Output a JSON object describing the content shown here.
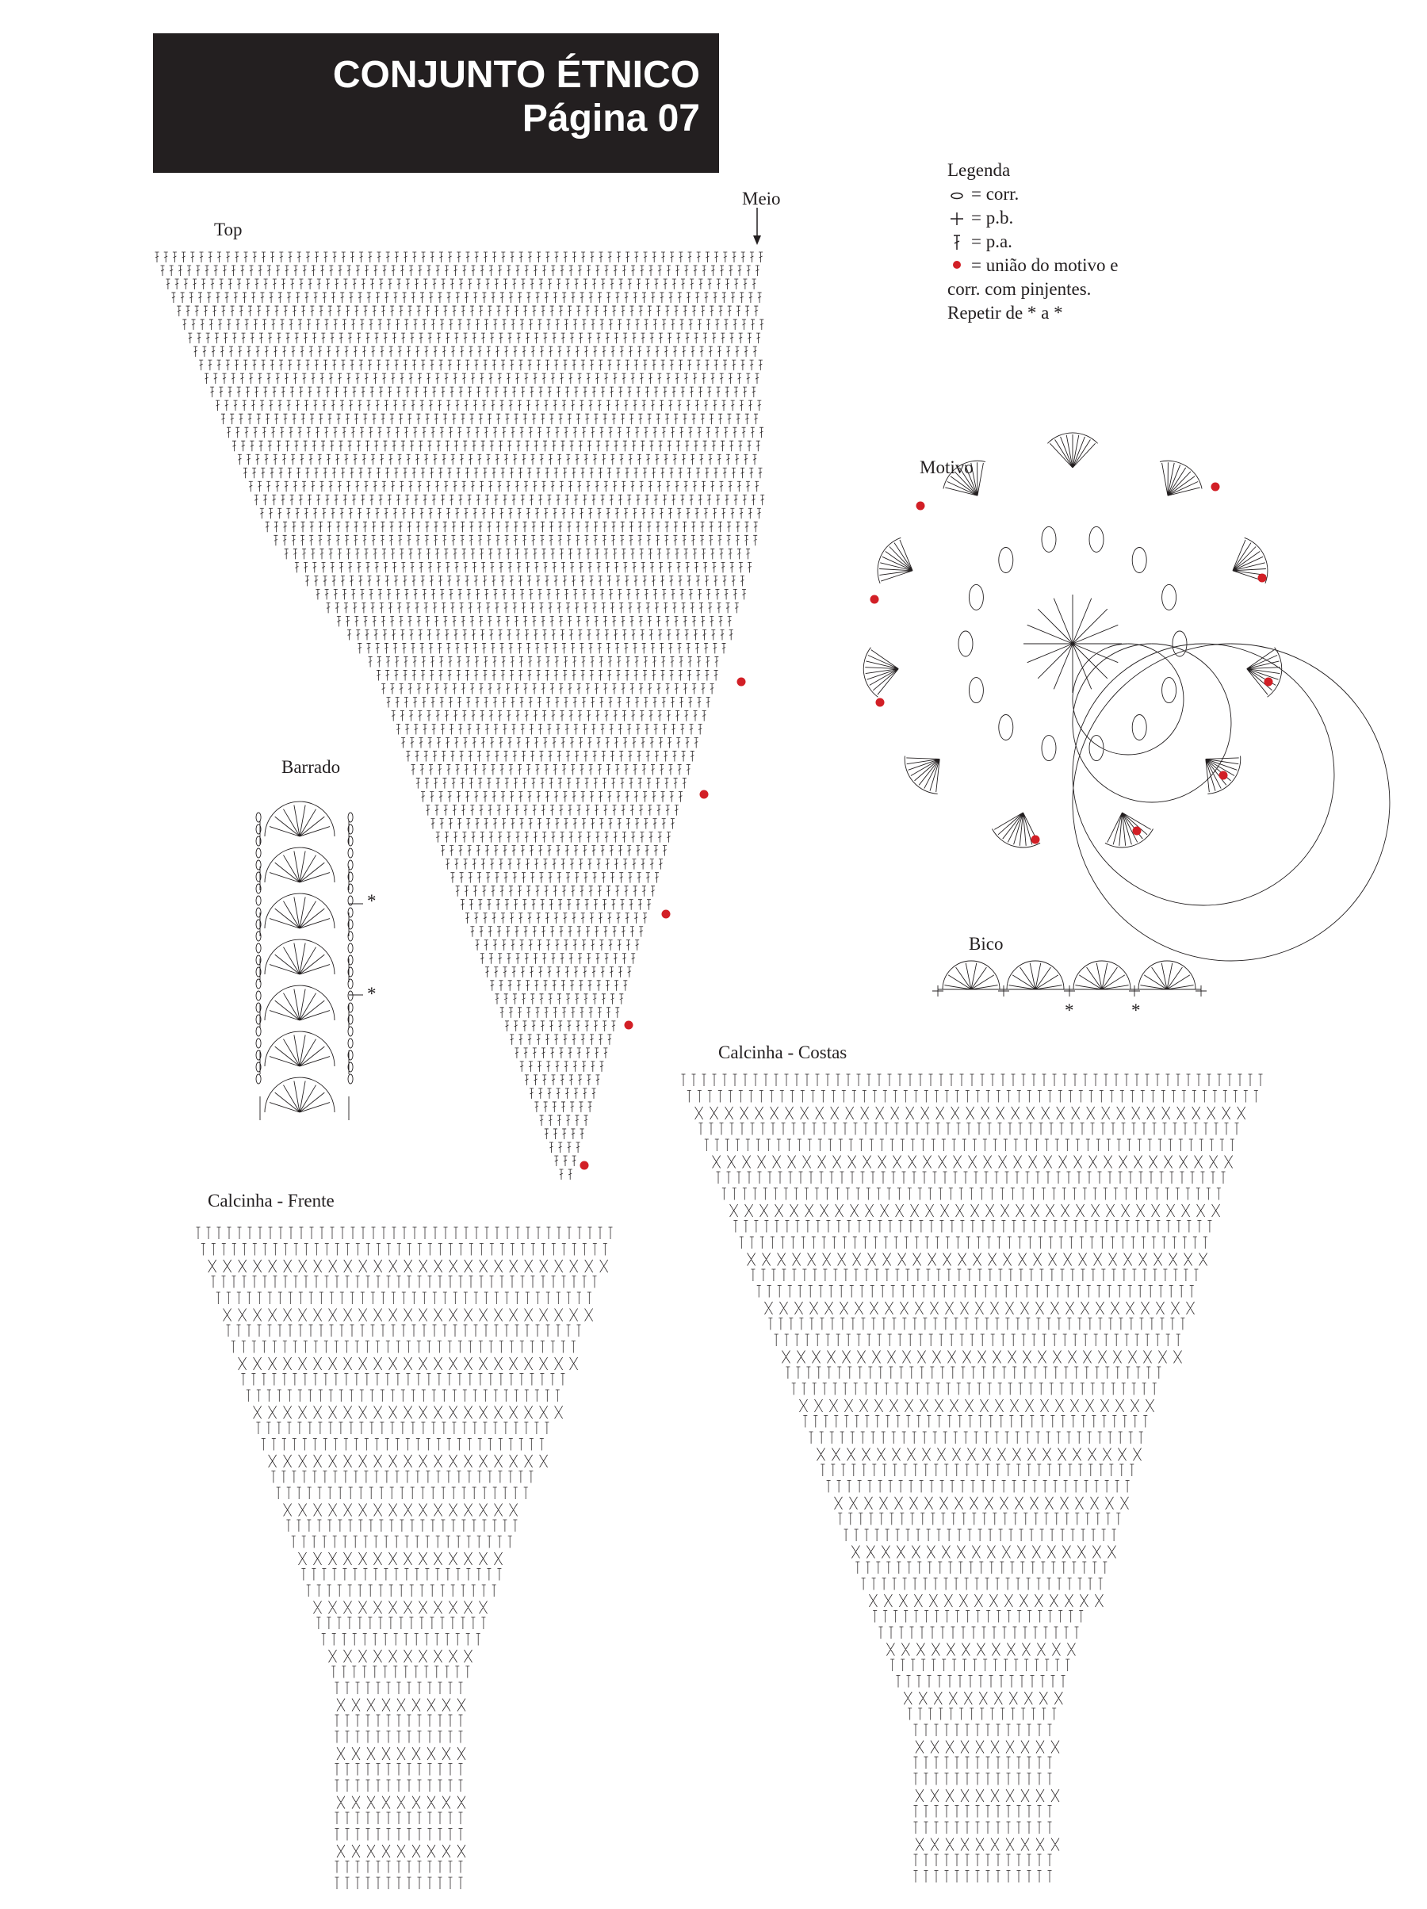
{
  "header": {
    "title": "CONJUNTO ÉTNICO",
    "subtitle": "Página 07"
  },
  "labels": {
    "top": "Top",
    "meio": "Meio",
    "barrado": "Barrado",
    "motivo": "Motivo",
    "bico": "Bico",
    "calcinha_frente": "Calcinha - Frente",
    "calcinha_costas": "Calcinha - Costas",
    "asterisk": "*"
  },
  "legend": {
    "title": "Legenda",
    "items": [
      {
        "symbol": "chain-icon",
        "text": "= corr."
      },
      {
        "symbol": "single-crochet-icon",
        "text": "= p.b."
      },
      {
        "symbol": "double-crochet-icon",
        "text": "= p.a."
      },
      {
        "symbol": "join-dot-icon",
        "text": "= união do motivo e"
      }
    ],
    "line2": "corr. com pinjentes.",
    "line3": "Repetir de * a *"
  },
  "colors": {
    "ink": "#231f20",
    "accent": "#d21f26",
    "header_bg": "#231f20",
    "header_text": "#ffffff"
  }
}
